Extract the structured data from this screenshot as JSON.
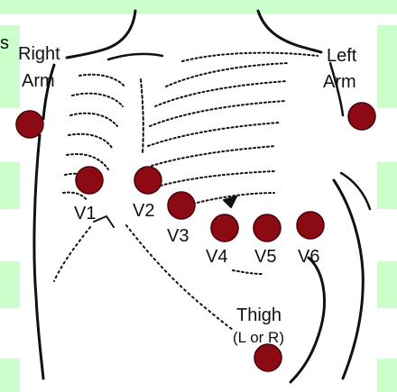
{
  "fragment": "s",
  "arm_labels": {
    "right_line1": "Right",
    "right_line2": "Arm",
    "left_line1": "Left",
    "left_line2": "Arm"
  },
  "leads": {
    "v1": "V1",
    "v2": "V2",
    "v3": "V3",
    "v4": "V4",
    "v5": "V5",
    "v6": "V6"
  },
  "thigh": {
    "label": "Thigh",
    "note": "(L or R)"
  },
  "colors": {
    "electrode": "#8b0a14",
    "electrode_rim": "#4a0008",
    "panel": "#ccffcc",
    "ink": "#111111"
  }
}
